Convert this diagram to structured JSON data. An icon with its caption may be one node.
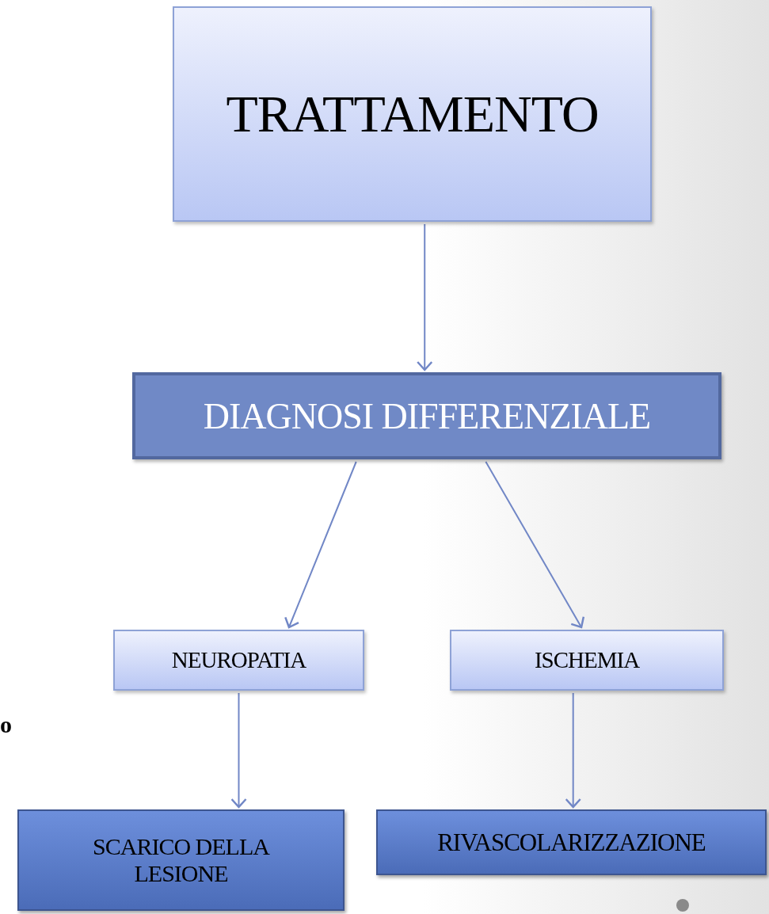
{
  "diagram": {
    "nodes": [
      {
        "text": [
          "TRATTAMENTO"
        ]
      },
      {
        "text": [
          "DIAGNOSI DIFFERENZIALE"
        ]
      },
      {
        "text": [
          "NEUROPATIA"
        ]
      },
      {
        "text": [
          "ISCHEMIA"
        ]
      },
      {
        "text": [
          "SCARICO DELLA LESIONE"
        ]
      },
      {
        "text": [
          "RIVASCOLARIZZAZIONE"
        ]
      }
    ],
    "edges": [
      {
        "from": 0,
        "to": 1,
        "arrow": "to"
      },
      {
        "from": 1,
        "to": 2,
        "arrow": "to"
      },
      {
        "from": 1,
        "to": 3,
        "arrow": "to"
      },
      {
        "from": 2,
        "to": 4,
        "arrow": "to"
      },
      {
        "from": 3,
        "to": 5,
        "arrow": "to"
      }
    ],
    "labels": [
      "o"
    ]
  }
}
